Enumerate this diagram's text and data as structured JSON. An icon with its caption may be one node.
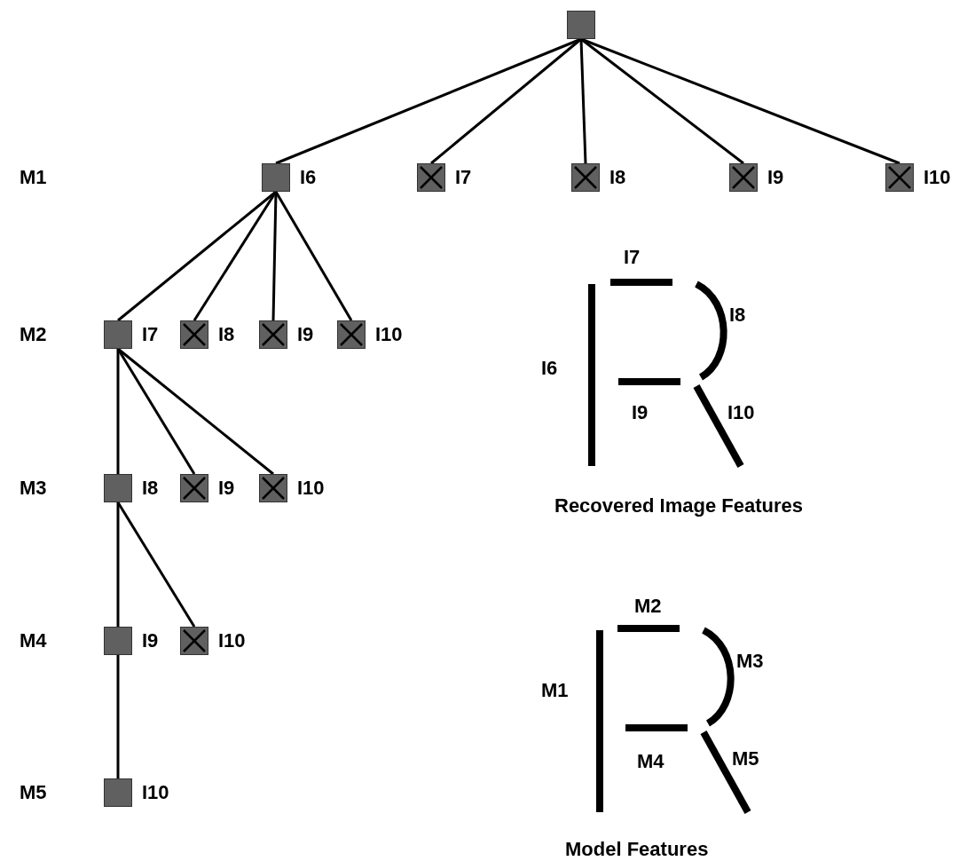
{
  "diagram": {
    "nodes": [
      {
        "text": [],
        "shape": "box"
      },
      {
        "text": [],
        "shape": "box",
        "beside": [
          "I6"
        ]
      },
      {
        "text": [],
        "shape": "crossed-box",
        "beside": [
          "I7"
        ]
      },
      {
        "text": [],
        "shape": "crossed-box",
        "beside": [
          "I8"
        ]
      },
      {
        "text": [],
        "shape": "crossed-box",
        "beside": [
          "I9"
        ]
      },
      {
        "text": [],
        "shape": "crossed-box",
        "beside": [
          "I10"
        ]
      },
      {
        "text": [],
        "shape": "box",
        "beside": [
          "I7"
        ]
      },
      {
        "text": [],
        "shape": "crossed-box",
        "beside": [
          "I8"
        ]
      },
      {
        "text": [],
        "shape": "crossed-box",
        "beside": [
          "I9"
        ]
      },
      {
        "text": [],
        "shape": "crossed-box",
        "beside": [
          "I10"
        ]
      },
      {
        "text": [],
        "shape": "box",
        "beside": [
          "I8"
        ]
      },
      {
        "text": [],
        "shape": "crossed-box",
        "beside": [
          "I9"
        ]
      },
      {
        "text": [],
        "shape": "crossed-box",
        "beside": [
          "I10"
        ]
      },
      {
        "text": [],
        "shape": "box",
        "beside": [
          "I9"
        ]
      },
      {
        "text": [],
        "shape": "crossed-box",
        "beside": [
          "I10"
        ]
      },
      {
        "text": [],
        "shape": "box",
        "beside": [
          "I10"
        ]
      }
    ],
    "edges": [
      {
        "from": 0,
        "to": 1,
        "arrow": "none"
      },
      {
        "from": 0,
        "to": 2,
        "arrow": "none"
      },
      {
        "from": 0,
        "to": 3,
        "arrow": "none"
      },
      {
        "from": 0,
        "to": 4,
        "arrow": "none"
      },
      {
        "from": 0,
        "to": 5,
        "arrow": "none"
      },
      {
        "from": 1,
        "to": 6,
        "arrow": "none"
      },
      {
        "from": 1,
        "to": 7,
        "arrow": "none"
      },
      {
        "from": 1,
        "to": 8,
        "arrow": "none"
      },
      {
        "from": 1,
        "to": 9,
        "arrow": "none"
      },
      {
        "from": 6,
        "to": 10,
        "arrow": "none"
      },
      {
        "from": 6,
        "to": 11,
        "arrow": "none"
      },
      {
        "from": 6,
        "to": 12,
        "arrow": "none"
      },
      {
        "from": 10,
        "to": 13,
        "arrow": "none"
      },
      {
        "from": 10,
        "to": 14,
        "arrow": "none"
      },
      {
        "from": 13,
        "to": 15,
        "arrow": "none"
      }
    ],
    "labels": [
      "M1",
      "M2",
      "I7",
      "I8",
      "I6",
      "M3",
      "I9",
      "I10",
      "Recovered Image Features",
      "M4",
      "M2",
      "M3",
      "M1",
      "M4",
      "M5",
      "M5",
      "Model Features"
    ]
  }
}
